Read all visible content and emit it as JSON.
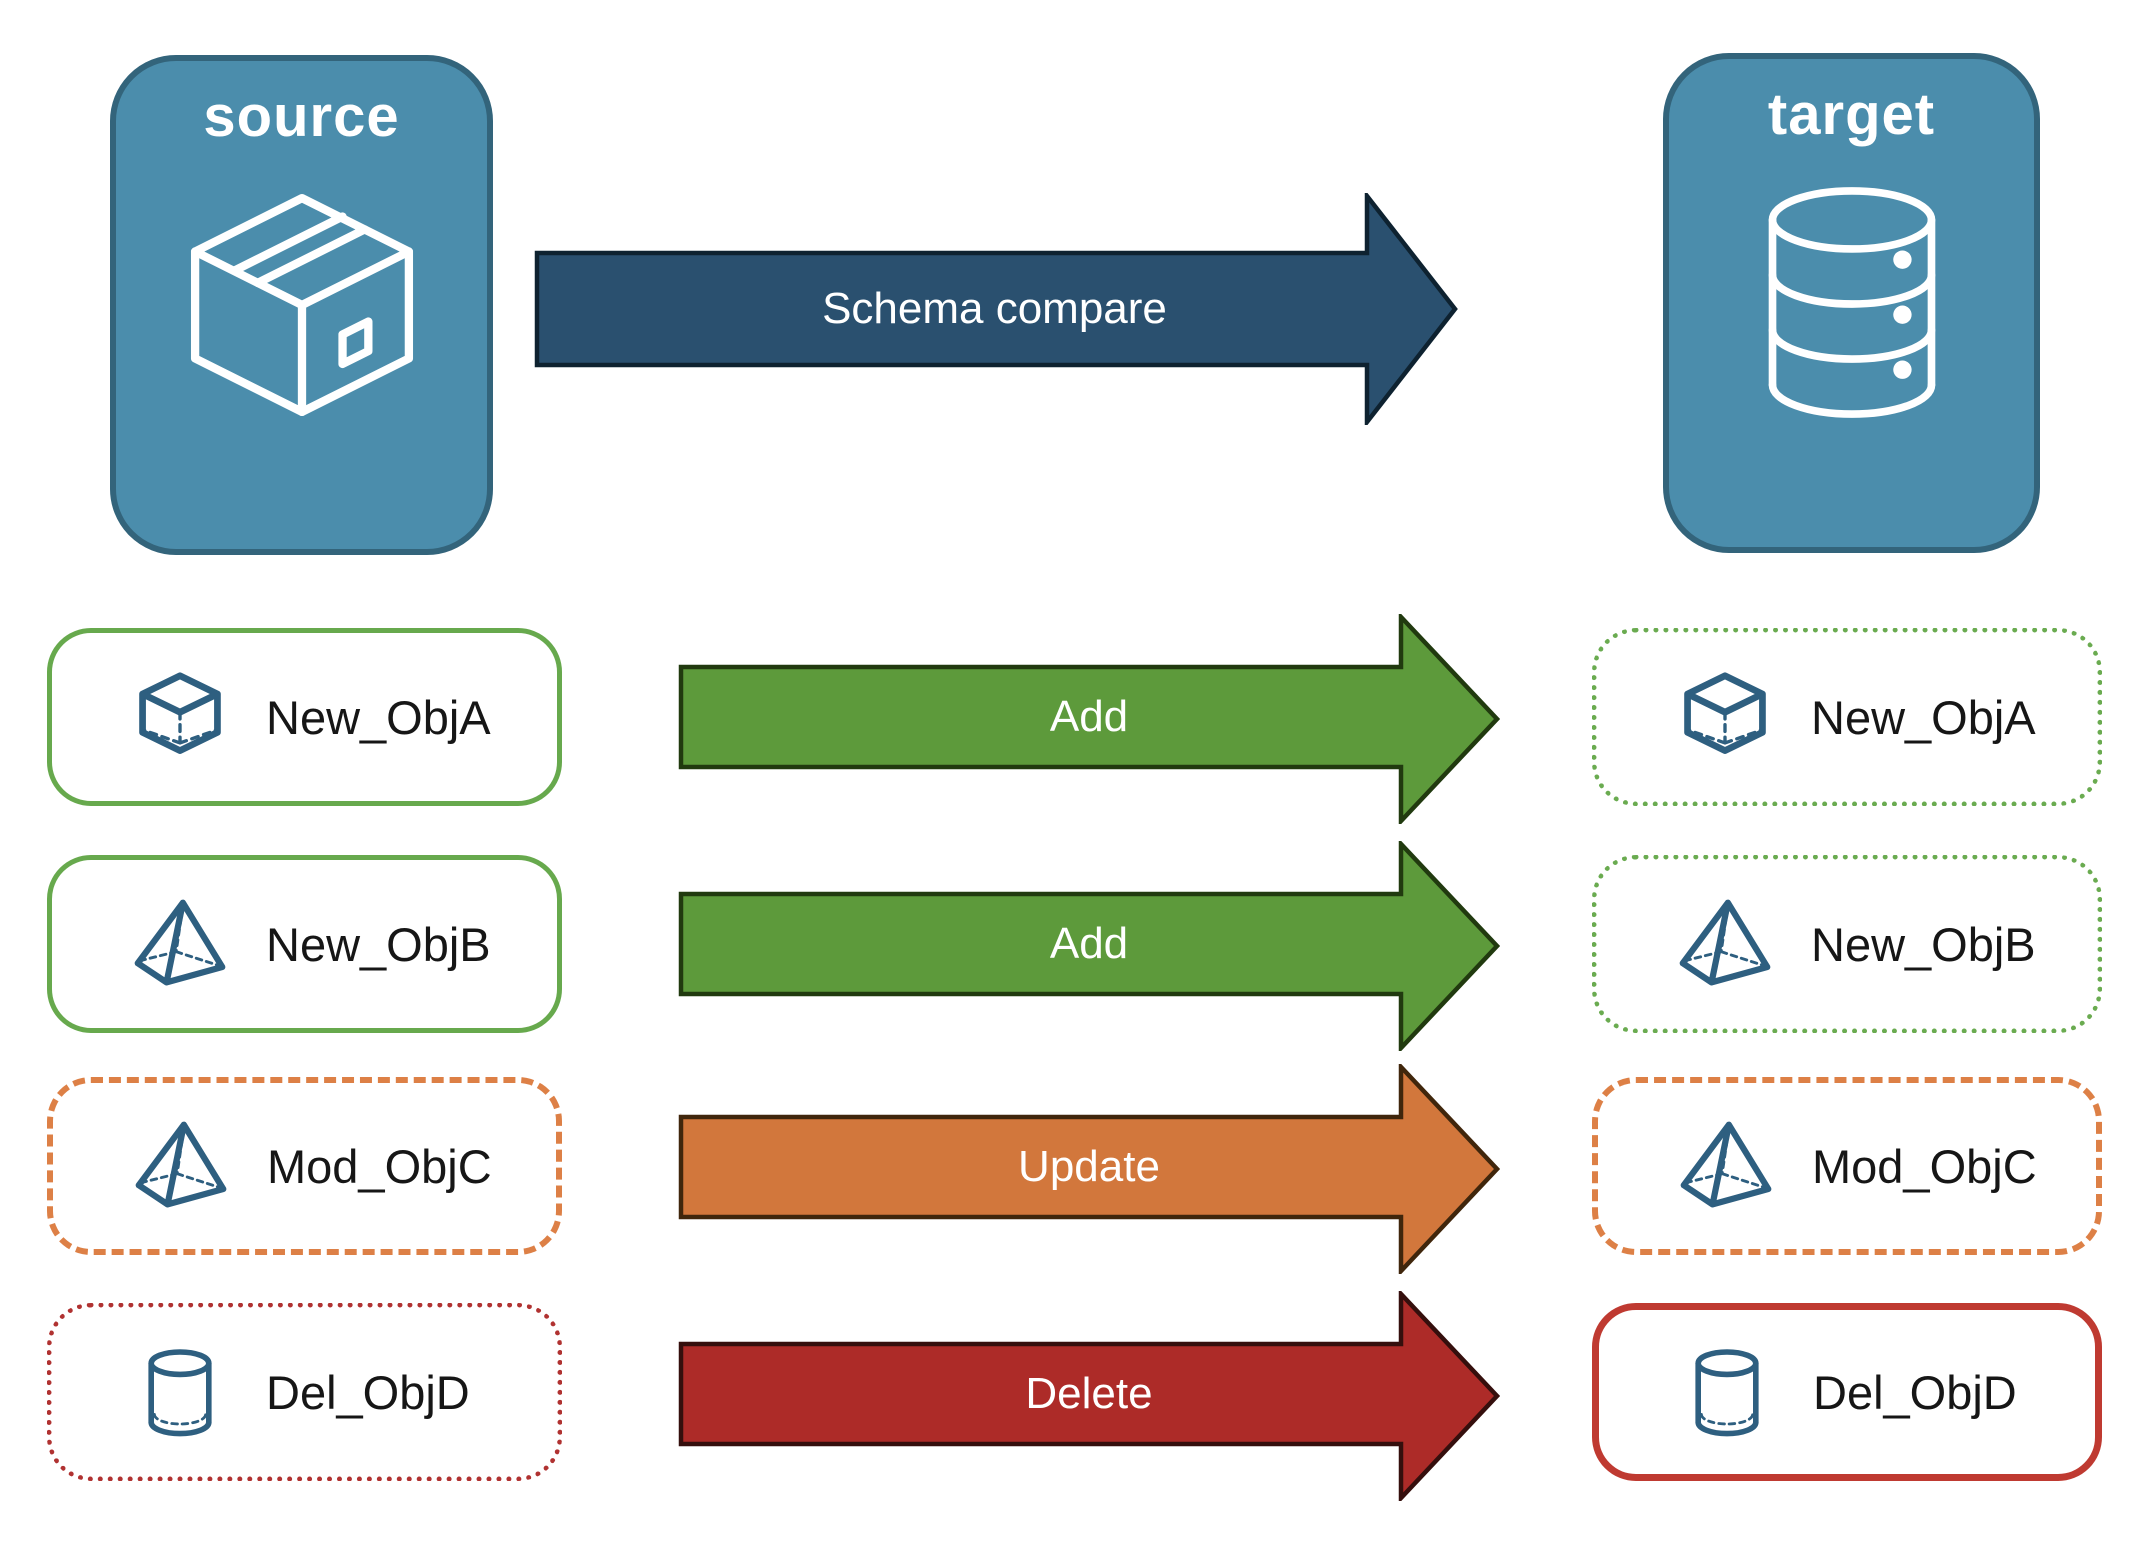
{
  "source_panel": {
    "title": "source",
    "icon": "package-box-icon"
  },
  "target_panel": {
    "title": "target",
    "icon": "database-icon"
  },
  "main_arrow": {
    "label": "Schema compare"
  },
  "rows": [
    {
      "left": {
        "label": "New_ObjA",
        "icon": "cube-icon"
      },
      "arrow": {
        "label": "Add"
      },
      "right": {
        "label": "New_ObjA",
        "icon": "cube-icon"
      }
    },
    {
      "left": {
        "label": "New_ObjB",
        "icon": "pyramid-icon"
      },
      "arrow": {
        "label": "Add"
      },
      "right": {
        "label": "New_ObjB",
        "icon": "pyramid-icon"
      }
    },
    {
      "left": {
        "label": "Mod_ObjC",
        "icon": "pyramid-icon"
      },
      "arrow": {
        "label": "Update"
      },
      "right": {
        "label": "Mod_ObjC",
        "icon": "pyramid-icon"
      }
    },
    {
      "left": {
        "label": "Del_ObjD",
        "icon": "cylinder-icon"
      },
      "arrow": {
        "label": "Delete"
      },
      "right": {
        "label": "Del_ObjD",
        "icon": "cylinder-icon"
      }
    }
  ],
  "colors": {
    "panel_fill": "#4b8dac",
    "panel_border": "#33647b",
    "main_arrow_fill": "#2a506f",
    "add_arrow_fill": "#5d9a3b",
    "update_arrow_fill": "#d2773c",
    "delete_arrow_fill": "#ad2b28",
    "green_border_solid": "#67a94d",
    "green_border_dotted": "#6aab50",
    "orange_border_dashed": "#dd8046",
    "red_border_dotted": "#b03231",
    "red_border_solid": "#bf3a31",
    "object_icon_blue": "#2e5f80",
    "label_text": "#161616",
    "arrow_text": "#ffffff"
  }
}
